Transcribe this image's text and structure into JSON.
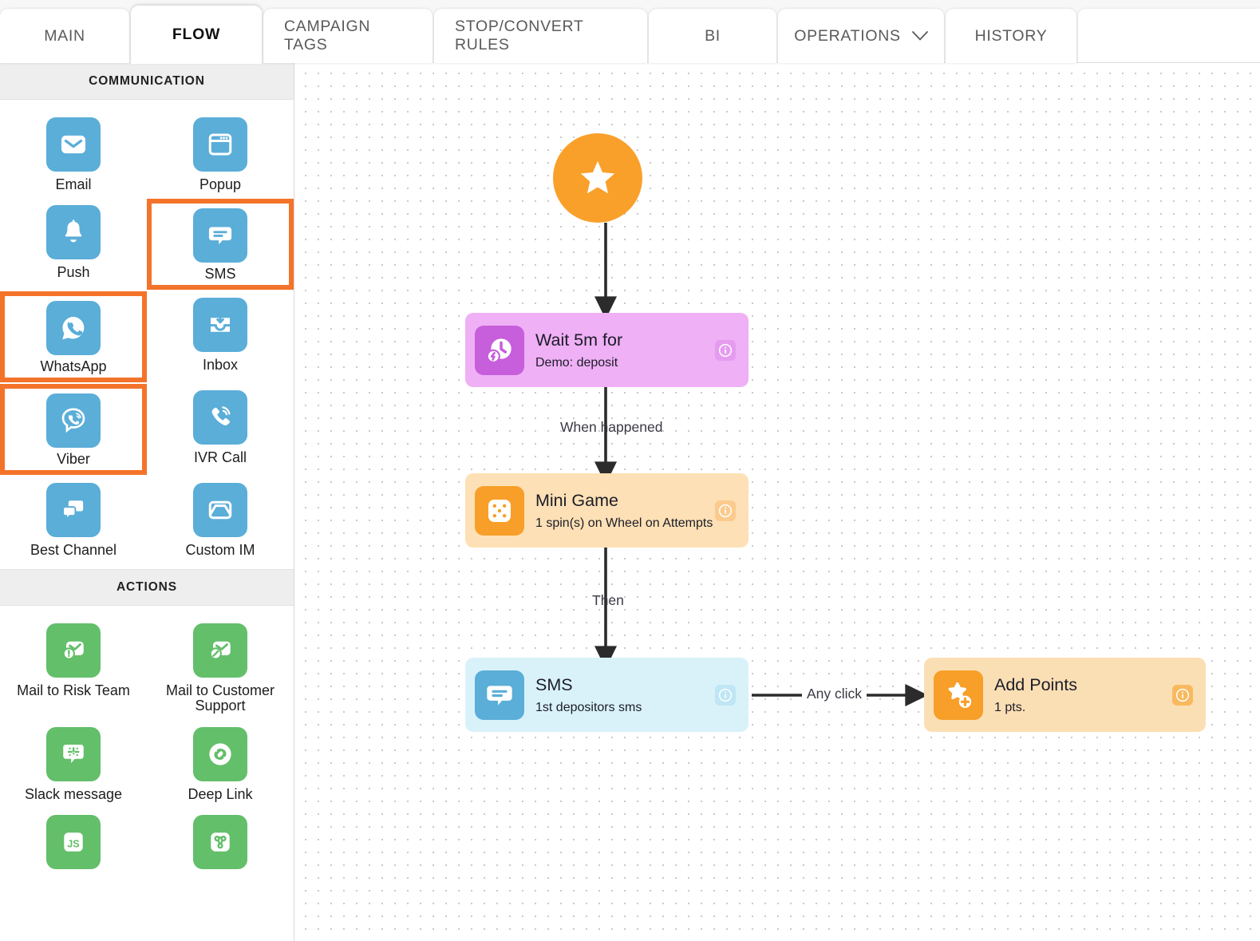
{
  "tabs": [
    {
      "label": "MAIN",
      "active": false,
      "dropdown": false
    },
    {
      "label": "FLOW",
      "active": true,
      "dropdown": false
    },
    {
      "label": "CAMPAIGN TAGS",
      "active": false,
      "dropdown": false
    },
    {
      "label": "STOP/CONVERT RULES",
      "active": false,
      "dropdown": false
    },
    {
      "label": "BI",
      "active": false,
      "dropdown": false
    },
    {
      "label": "OPERATIONS",
      "active": false,
      "dropdown": true,
      "chevron": "∨"
    },
    {
      "label": "HISTORY",
      "active": false,
      "dropdown": false
    }
  ],
  "sidebar": {
    "sections": [
      {
        "title": "COMMUNICATION",
        "items": [
          {
            "label": "Email",
            "icon": "email-icon",
            "color": "blue",
            "highlighted": false
          },
          {
            "label": "Popup",
            "icon": "popup-icon",
            "color": "blue",
            "highlighted": false
          },
          {
            "label": "Push",
            "icon": "bell-icon",
            "color": "blue",
            "highlighted": false
          },
          {
            "label": "SMS",
            "icon": "sms-icon",
            "color": "blue",
            "highlighted": true
          },
          {
            "label": "WhatsApp",
            "icon": "whatsapp-icon",
            "color": "blue",
            "highlighted": true
          },
          {
            "label": "Viber",
            "icon": "viber-icon",
            "color": "blue",
            "highlighted": true
          },
          {
            "label": "Inbox",
            "icon": "inbox-icon",
            "color": "blue",
            "highlighted": false
          },
          {
            "label": "IVR Call",
            "icon": "phone-call-icon",
            "color": "blue",
            "highlighted": false
          },
          {
            "label": "Best Channel",
            "icon": "chat-bubbles-icon",
            "color": "blue",
            "highlighted": false
          },
          {
            "label": "Custom IM",
            "icon": "tray-icon",
            "color": "blue",
            "highlighted": false
          }
        ]
      },
      {
        "title": "ACTIONS",
        "items": [
          {
            "label": "Mail to Risk Team",
            "icon": "mail-alert-icon",
            "color": "green",
            "highlighted": false
          },
          {
            "label": "Mail to Customer Support",
            "icon": "mail-support-icon",
            "color": "green",
            "highlighted": false
          },
          {
            "label": "Slack message",
            "icon": "slack-icon",
            "color": "green",
            "highlighted": false
          },
          {
            "label": "Deep Link",
            "icon": "deep-link-icon",
            "color": "green",
            "highlighted": false
          },
          {
            "label": "",
            "icon": "js-icon",
            "color": "green",
            "highlighted": false
          },
          {
            "label": "",
            "icon": "webhook-icon",
            "color": "green",
            "highlighted": false
          }
        ]
      }
    ]
  },
  "flow": {
    "start": {
      "icon": "star-icon",
      "color": "#f9a02b"
    },
    "nodes": [
      {
        "id": "wait",
        "title": "Wait 5m for",
        "subtitle": "Demo: deposit",
        "icon": "clock-bolt-icon",
        "info": "i",
        "body_color": "#efb0f5",
        "icon_color": "#c75edb"
      },
      {
        "id": "game",
        "title": "Mini Game",
        "subtitle": "1 spin(s) on Wheel on Attempts",
        "icon": "dice-icon",
        "info": "i",
        "body_color": "#fde0b5",
        "icon_color": "#f79f29"
      },
      {
        "id": "sms",
        "title": "SMS",
        "subtitle": "1st depositors sms",
        "icon": "sms-icon",
        "info": "i",
        "body_color": "#d9f2fa",
        "icon_color": "#5aaed8"
      },
      {
        "id": "points",
        "title": "Add Points",
        "subtitle": "1 pts.",
        "icon": "add-points-icon",
        "info": "i",
        "body_color": "#fbdfb4",
        "icon_color": "#f79f29"
      }
    ],
    "edges": [
      {
        "from": "start",
        "to": "wait",
        "label": ""
      },
      {
        "from": "wait",
        "to": "game",
        "label": "When happened"
      },
      {
        "from": "game",
        "to": "sms",
        "label": "Then"
      },
      {
        "from": "sms",
        "to": "points",
        "label": "Any click"
      }
    ]
  },
  "colors": {
    "accent_orange": "#f4732a",
    "tile_blue": "#5aaed8",
    "tile_green": "#63bf6a",
    "start_orange": "#f9a02b",
    "edge": "#2b2b2b"
  }
}
